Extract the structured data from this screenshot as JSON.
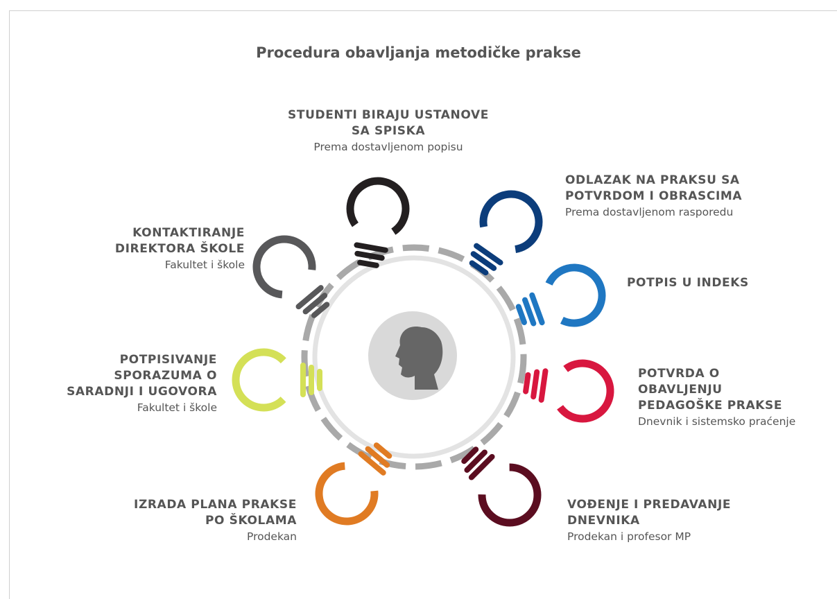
{
  "title": "Procedura obavljanja metodičke prakse",
  "center_icon": "head-profile-icon",
  "colors": {
    "ring_outer": "#a9a9a9",
    "ring_inner": "#e3e3e3",
    "center_disc": "#d9d9d9",
    "head": "#666666",
    "text": "#555555"
  },
  "steps": [
    {
      "title": "STUDENTI BIRAJU USTANOVE\nSA SPISKA",
      "subtitle": "Prema dostavljenom popisu",
      "color": "#231f20"
    },
    {
      "title": "ODLAZAK NA PRAKSU SA\nPOTVRDOM I OBRASCIMA",
      "subtitle": "Prema dostavljenom rasporedu",
      "color": "#0c3d7b"
    },
    {
      "title": "POTPIS U INDEKS",
      "subtitle": "",
      "color": "#1f77c2"
    },
    {
      "title": "POTVRDA O\nOBAVLJENJU\nPEDAGOŠKE PRAKSE",
      "subtitle": "Dnevnik i sistemsko praćenje",
      "color": "#d8173f"
    },
    {
      "title": "VOĐENJE I PREDAVANJE\nDNEVNIKA",
      "subtitle": "Prodekan i profesor MP",
      "color": "#5b0d20"
    },
    {
      "title": "IZRADA PLANA PRAKSE\nPO ŠKOLAMA",
      "subtitle": "Prodekan",
      "color": "#e07b23"
    },
    {
      "title": "POTPISIVANJE\nSPORAZUMA O\nSARADNJI I UGOVORA",
      "subtitle": "Fakultet i škole",
      "color": "#d4e057"
    },
    {
      "title": "KONTAKTIRANJE\nDIREKTORA ŠKOLE",
      "subtitle": "Fakultet i škole",
      "color": "#58585a"
    }
  ]
}
